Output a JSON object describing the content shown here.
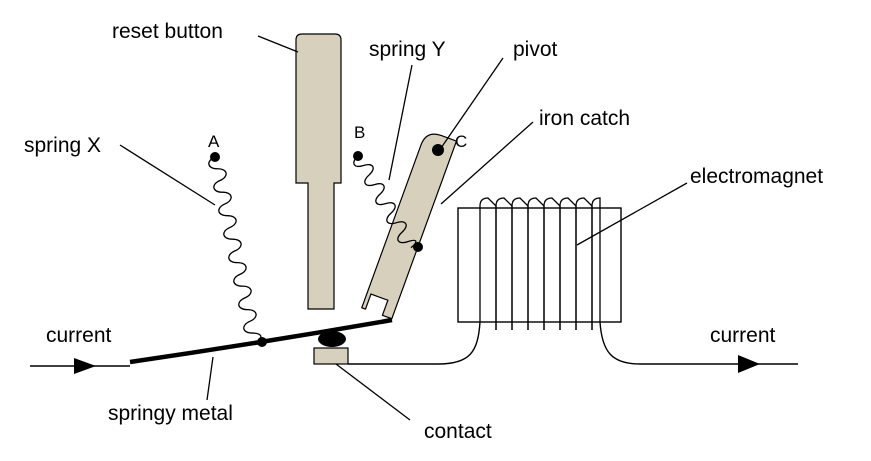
{
  "labels": {
    "reset_button": "reset button",
    "spring_y": "spring Y",
    "pivot": "pivot",
    "iron_catch": "iron catch",
    "spring_x": "spring X",
    "electromagnet": "electromagnet",
    "current_left": "current",
    "current_right": "current",
    "springy_metal": "springy metal",
    "contact": "contact"
  },
  "points": {
    "a": "A",
    "b": "B",
    "c": "C"
  },
  "colors": {
    "part_fill": "#d6d0bd",
    "line": "#000000"
  }
}
